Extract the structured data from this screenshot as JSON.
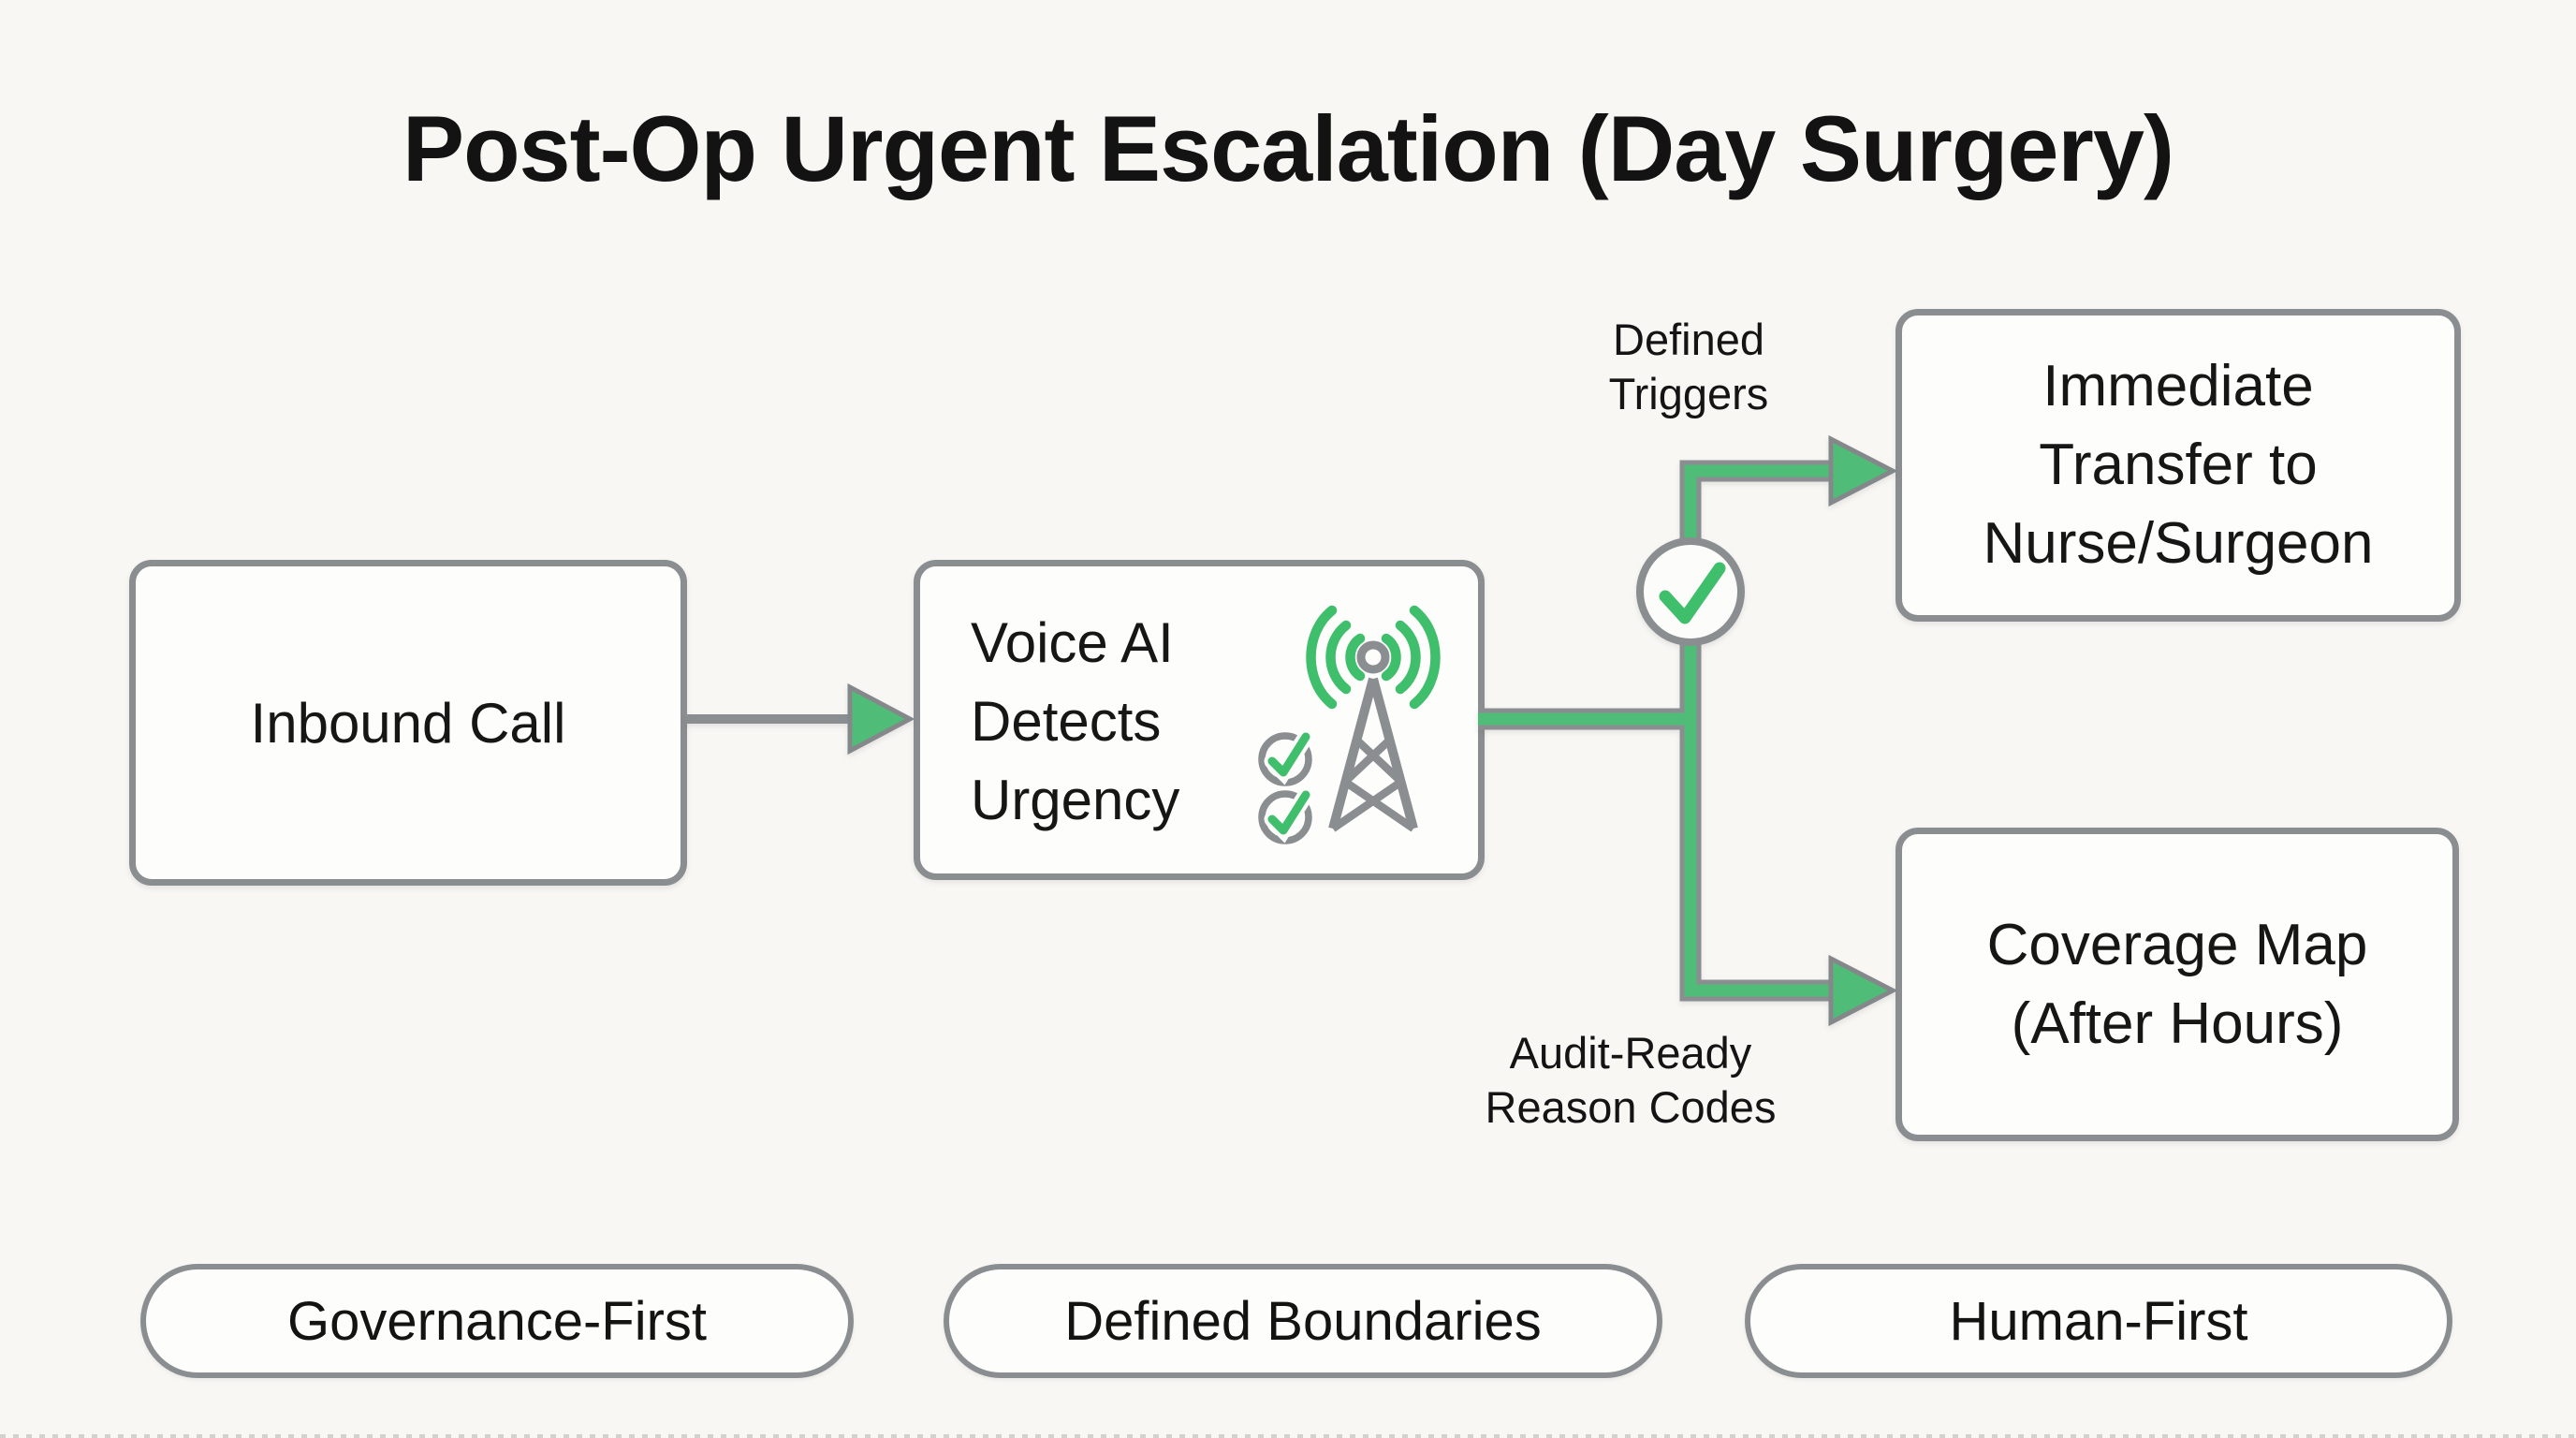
{
  "title": "Post-Op Urgent Escalation (Day Surgery)",
  "nodes": {
    "inbound_call": {
      "label": "Inbound Call"
    },
    "voice_ai": {
      "lines": [
        "Voice AI",
        "Detects",
        "Urgency"
      ]
    },
    "immediate_transfer": {
      "lines": [
        "Immediate",
        "Transfer to",
        "Nurse/Surgeon"
      ]
    },
    "coverage_map": {
      "lines": [
        "Coverage Map",
        "(After Hours)"
      ]
    }
  },
  "edge_labels": {
    "defined_triggers": {
      "lines": [
        "Defined",
        "Triggers"
      ]
    },
    "audit_ready": {
      "lines": [
        "Audit-Ready",
        "Reason Codes"
      ]
    }
  },
  "badges": [
    {
      "label": "Governance-First"
    },
    {
      "label": "Defined Boundaries"
    },
    {
      "label": "Human-First"
    }
  ],
  "icons": {
    "voice_ai_node": [
      "signal-tower-icon",
      "check-circle-icon",
      "check-circle-icon"
    ],
    "decision_point": "decision-check-circle-icon",
    "connector_heads": "arrowhead-icon"
  },
  "colors": {
    "background": "#f8f7f4",
    "box_fill": "#fdfdfc",
    "stroke_gray": "#8a8e91",
    "accent_green": "#4fbd78",
    "check_green": "#3fbe6c",
    "text": "#161616"
  }
}
